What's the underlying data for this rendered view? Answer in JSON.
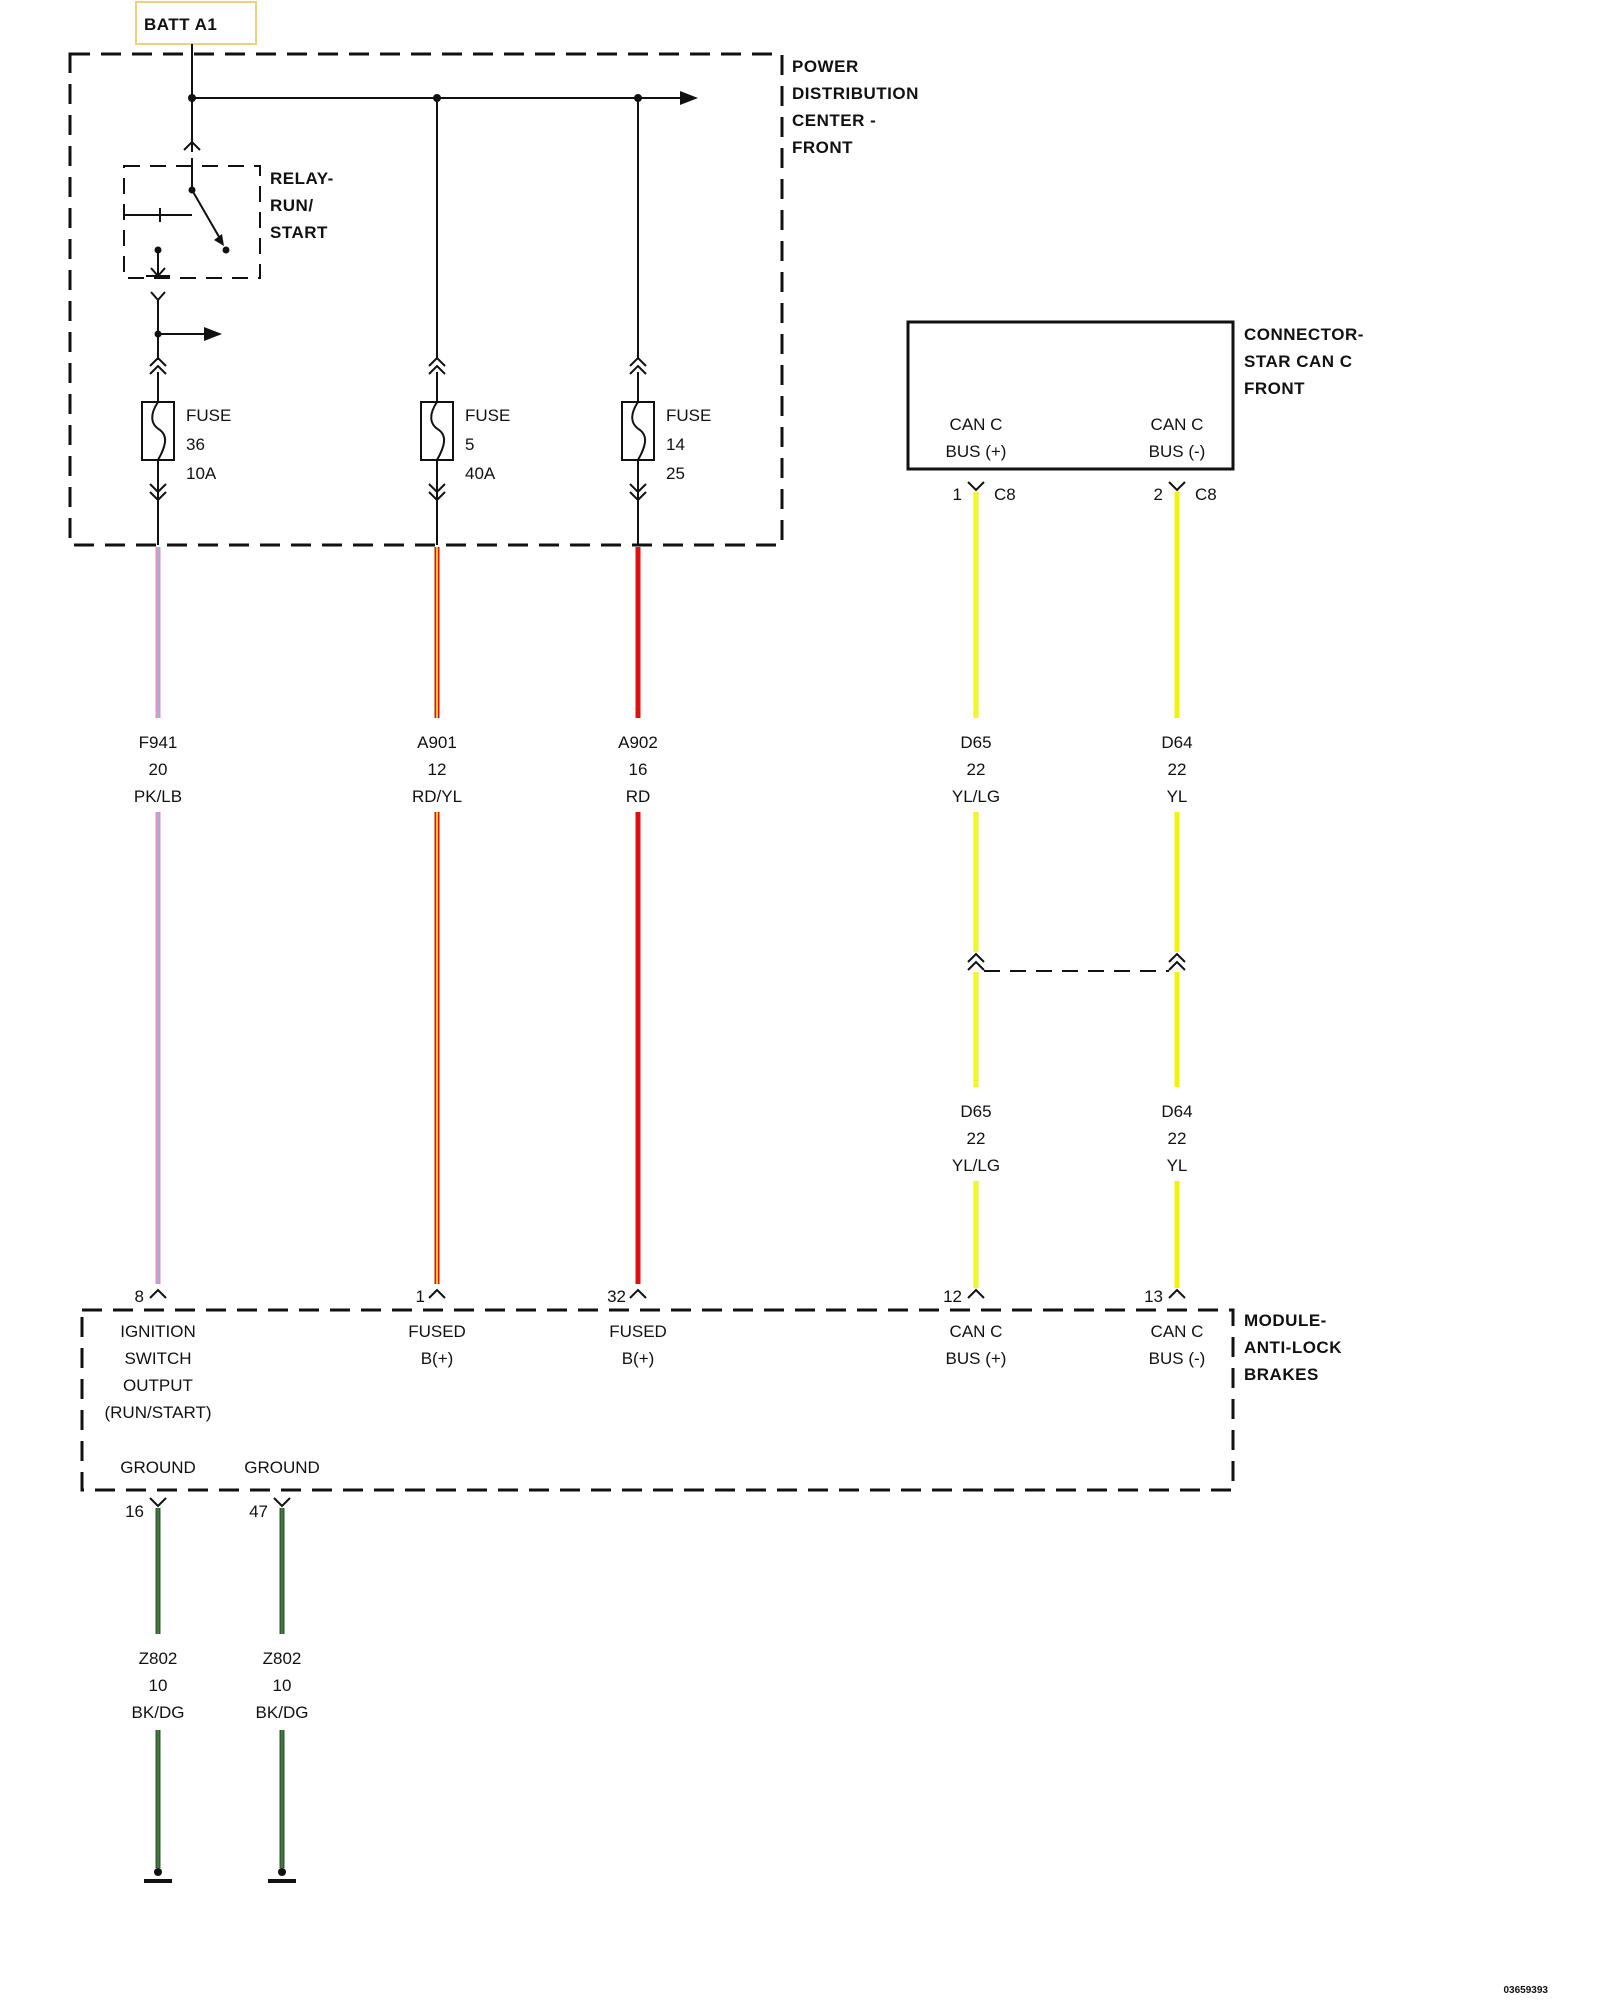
{
  "battery": {
    "label": "BATT A1",
    "box_color": "#f2cf7a"
  },
  "pdc": {
    "title_lines": [
      "POWER",
      "DISTRIBUTION",
      "CENTER -",
      "FRONT"
    ]
  },
  "relay": {
    "title_lines": [
      "RELAY-",
      "RUN/",
      "START"
    ]
  },
  "fuses": [
    {
      "lines": [
        "FUSE",
        "36",
        "10A"
      ]
    },
    {
      "lines": [
        "FUSE",
        "5",
        "40A"
      ]
    },
    {
      "lines": [
        "FUSE",
        "14",
        "25"
      ]
    }
  ],
  "star_connector": {
    "title_lines": [
      "CONNECTOR-",
      "STAR CAN C",
      "FRONT"
    ],
    "pins": [
      {
        "name_lines": [
          "CAN C",
          "BUS (+)"
        ],
        "pin": "1",
        "connector": "C8"
      },
      {
        "name_lines": [
          "CAN C",
          "BUS (-)"
        ],
        "pin": "2",
        "connector": "C8"
      }
    ]
  },
  "wires": [
    {
      "id": "F941",
      "gauge": "20",
      "color_code": "PK/LB",
      "colors": [
        "#e58fb8",
        "#9bb8e0"
      ]
    },
    {
      "id": "A901",
      "gauge": "12",
      "color_code": "RD/YL",
      "colors": [
        "#e01010",
        "#f0e020"
      ]
    },
    {
      "id": "A902",
      "gauge": "16",
      "color_code": "RD",
      "colors": [
        "#e01010"
      ]
    },
    {
      "id": "D65",
      "gauge": "22",
      "color_code": "YL/LG",
      "colors": [
        "#f2f20a",
        "#e8f850"
      ]
    },
    {
      "id": "D64",
      "gauge": "22",
      "color_code": "YL",
      "colors": [
        "#f2f20a"
      ]
    }
  ],
  "abs_module": {
    "title_lines": [
      "MODULE-",
      "ANTI-LOCK",
      "BRAKES"
    ],
    "pins": [
      {
        "pin": "8",
        "name_lines": [
          "IGNITION",
          "SWITCH",
          "OUTPUT",
          "(RUN/START)"
        ]
      },
      {
        "pin": "1",
        "name_lines": [
          "FUSED",
          "B(+)"
        ]
      },
      {
        "pin": "32",
        "name_lines": [
          "FUSED",
          "B(+)"
        ]
      },
      {
        "pin": "12",
        "name_lines": [
          "CAN C",
          "BUS (+)"
        ]
      },
      {
        "pin": "13",
        "name_lines": [
          "CAN C",
          "BUS (-)"
        ]
      }
    ],
    "ground_pins": [
      {
        "pin": "16",
        "name": "GROUND"
      },
      {
        "pin": "47",
        "name": "GROUND"
      }
    ]
  },
  "ground_wires": [
    {
      "id": "Z802",
      "gauge": "10",
      "color_code": "BK/DG",
      "colors": [
        "#2f5d2f",
        "#4a7a48"
      ]
    },
    {
      "id": "Z802",
      "gauge": "10",
      "color_code": "BK/DG",
      "colors": [
        "#2f5d2f",
        "#4a7a48"
      ]
    }
  ],
  "figure_id": "03659393"
}
